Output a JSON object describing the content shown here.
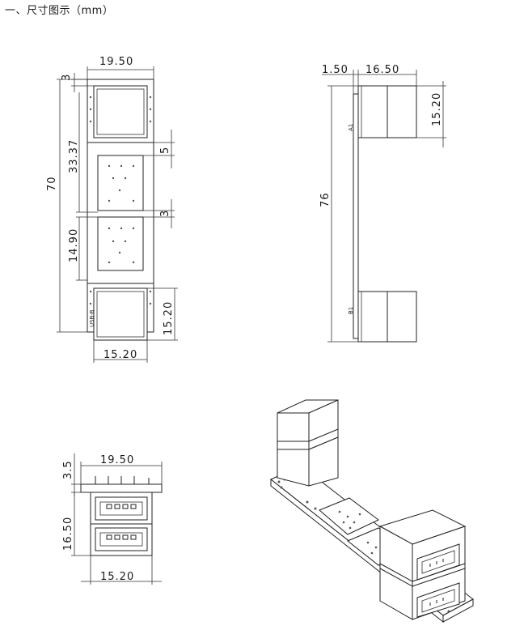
{
  "heading": "一、尺寸图示（mm）",
  "colors": {
    "line": "#222222",
    "background": "#ffffff"
  },
  "views": {
    "top_view": {
      "dims": {
        "width": "19.50",
        "tab": "3",
        "total_length": "70",
        "upper_span": "33.37",
        "pad_offset": "5",
        "pad_gap": "3",
        "lower_span": "14.90",
        "connector_height": "15.20",
        "connector_width": "15.20"
      },
      "pcb_marking": "USB-B"
    },
    "side_view": {
      "dims": {
        "pcb_thickness": "1.50",
        "connector_depth": "16.50",
        "connector_height": "15.20",
        "total_length": "76"
      },
      "top_marking": "A1",
      "bottom_marking": "B1"
    },
    "front_view": {
      "dims": {
        "offset": "3.5",
        "width": "19.50",
        "height": "16.50",
        "connector_width": "15.20"
      }
    },
    "iso_view": {}
  }
}
